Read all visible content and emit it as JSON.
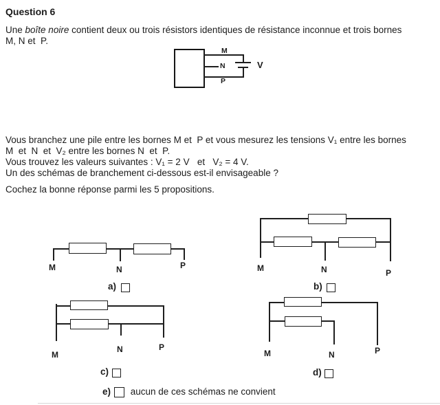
{
  "title": "Question 6",
  "colors": {
    "ink": "#1b1b1b",
    "background": "#ffffff"
  },
  "intro": {
    "pre": "Une ",
    "emph": "boîte noire",
    "post": " contient deux ou trois résistors identiques de résistance inconnue et trois bornes",
    "line2": "M, N et  P."
  },
  "box_diagram": {
    "labels": {
      "m": "M",
      "n": "N",
      "p": "P",
      "v": "V"
    }
  },
  "paragraph": {
    "line1": "Vous branchez une pile entre les bornes M et  P et vous mesurez les tensions V₁ entre les bornes",
    "line2": "M  et  N  et  V₂ entre les bornes N  et  P.",
    "line3": "Vous trouvez les valeurs suivantes : V₁ = 2 V   et   V₂ = 4 V.",
    "line4": "Un des schémas de branchement ci-dessous est-il envisageable ?"
  },
  "instruction": "Cochez la bonne réponse parmi les 5 propositions.",
  "options": {
    "a": {
      "label": "a)",
      "m": "M",
      "n": "N",
      "p": "P"
    },
    "b": {
      "label": "b)",
      "m": "M",
      "n": "N",
      "p": "P"
    },
    "c": {
      "label": "c)",
      "m": "M",
      "n": "N",
      "p": "P"
    },
    "d": {
      "label": "d)",
      "m": "M",
      "n": "N",
      "p": "P"
    },
    "e": {
      "label": "e)",
      "text": " aucun de ces schémas ne convient"
    }
  }
}
